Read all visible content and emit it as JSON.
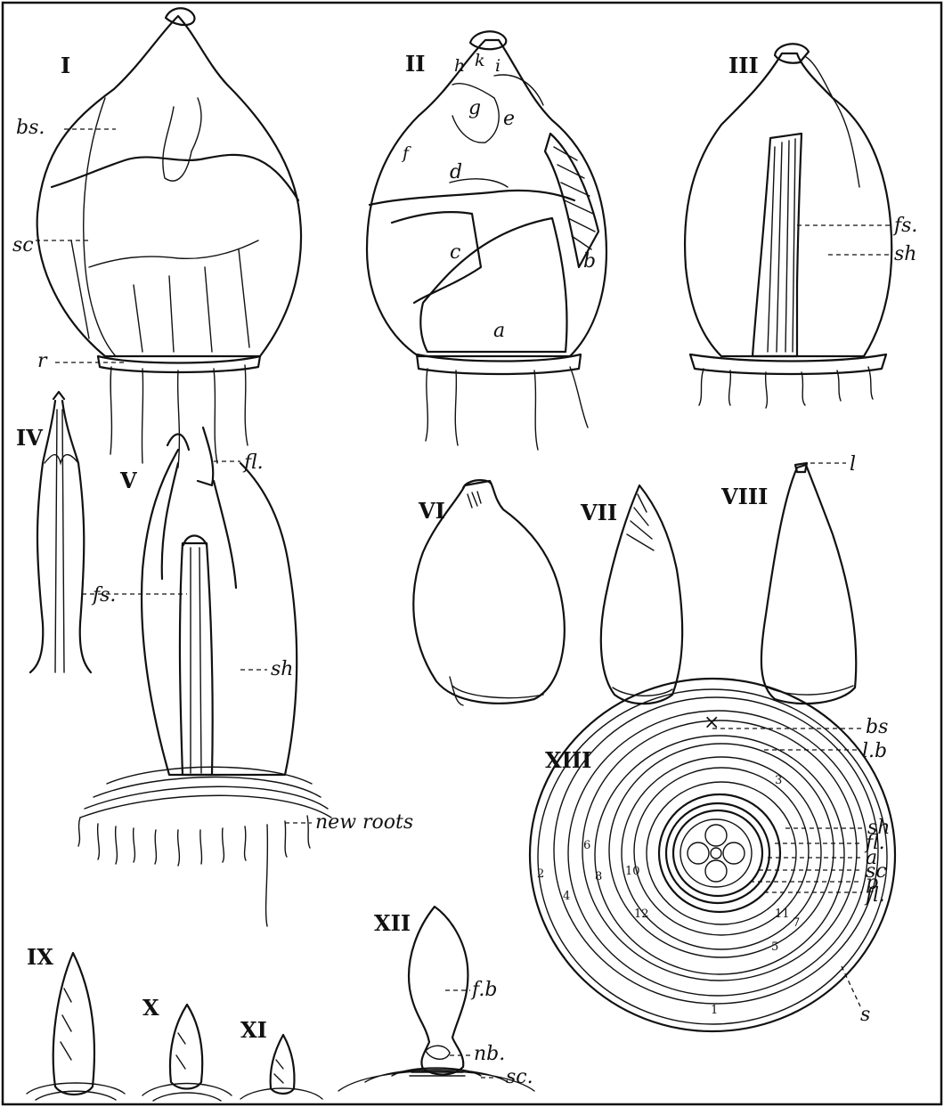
{
  "figures": {
    "I": {
      "numeral": "I",
      "labels": {
        "bs": "bs.",
        "sc": "sc",
        "r": "r"
      }
    },
    "II": {
      "numeral": "II",
      "labels": {
        "a": "a",
        "b": "b",
        "c": "c",
        "d": "d",
        "e": "e",
        "f": "f",
        "g": "g",
        "h": "h",
        "k": "k",
        "i": "i"
      }
    },
    "III": {
      "numeral": "III",
      "labels": {
        "fs": "fs.",
        "sh": "sh"
      }
    },
    "IV": {
      "numeral": "IV",
      "labels": {
        "fs": "fs."
      }
    },
    "V": {
      "numeral": "V",
      "labels": {
        "fl": "fl.",
        "sh": "sh",
        "roots": "new roots"
      }
    },
    "VI": {
      "numeral": "VI"
    },
    "VII": {
      "numeral": "VII"
    },
    "VIII": {
      "numeral": "VIII",
      "labels": {
        "l": "l"
      }
    },
    "IX": {
      "numeral": "IX"
    },
    "X": {
      "numeral": "X"
    },
    "XI": {
      "numeral": "XI"
    },
    "XII": {
      "numeral": "XII",
      "labels": {
        "fb": "f.b",
        "nb": "nb.",
        "sc": "sc."
      }
    },
    "XIII": {
      "numeral": "XIII",
      "labels": {
        "x": "×",
        "bs": "bs",
        "lb": "l.b",
        "sh": "sh",
        "fl1": "fl.",
        "a": "a",
        "sc": "sc",
        "p": "p",
        "fl2": "fl.",
        "s": "s"
      },
      "ring_numbers": [
        "1",
        "2",
        "3",
        "4",
        "5",
        "6",
        "7",
        "8",
        "10",
        "11",
        "12"
      ]
    }
  }
}
